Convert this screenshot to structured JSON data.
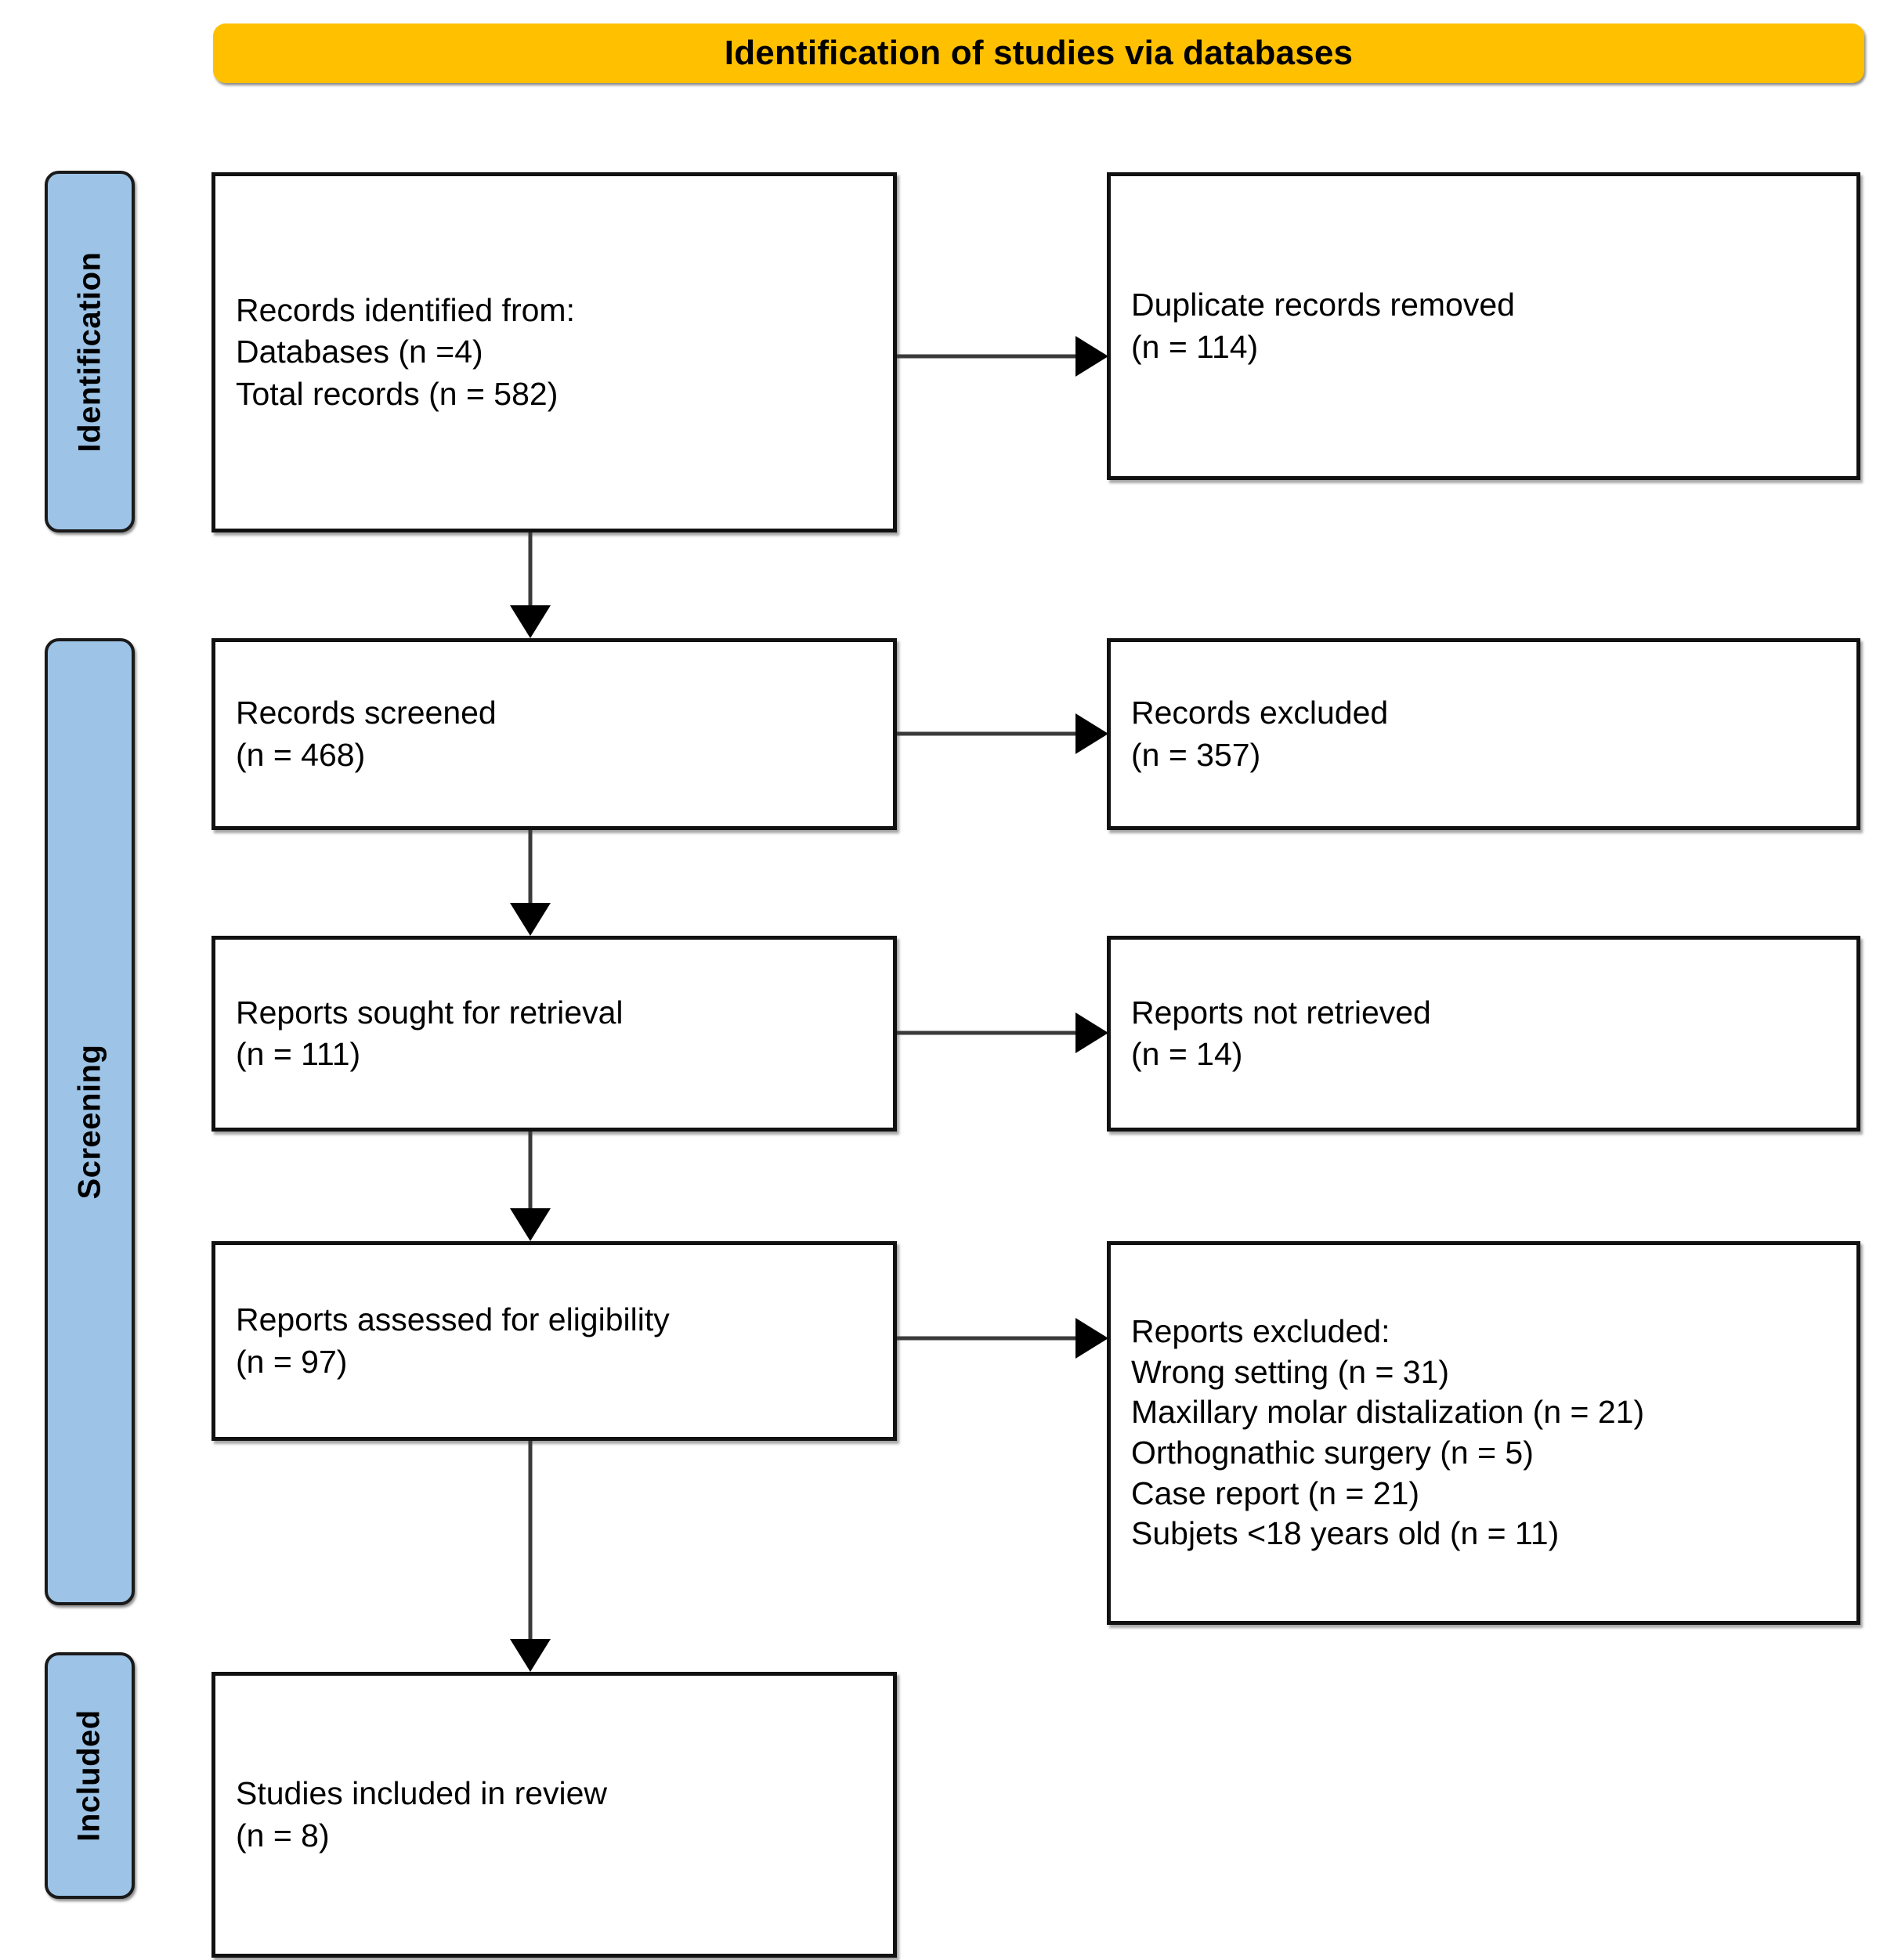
{
  "banner": {
    "title": "Identification of studies via databases"
  },
  "stages": [
    {
      "id": "identification",
      "label": "Identification"
    },
    {
      "id": "screening",
      "label": "Screening"
    },
    {
      "id": "included",
      "label": "Included"
    }
  ],
  "boxes": {
    "identified": "Records identified from:\nDatabases (n =4)\nTotal records (n = 582)",
    "duplicates": "Duplicate records removed\n(n = 114)",
    "screened": "Records screened\n(n = 468)",
    "excluded": "Records excluded\n(n = 357)",
    "sought": "Reports sought for retrieval\n(n = 111)",
    "notretrieved": "Reports not retrieved\n(n = 14)",
    "assessed": "Reports assessed for eligibility\n(n = 97)",
    "reports_excluded": "Reports excluded:\nWrong setting (n = 31)\nMaxillary  molar distalization (n = 21)\nOrthognathic surgery (n = 5)\nCase report (n = 21)\nSubjets <18 years old (n = 11)",
    "included": "Studies included in review\n(n = 8)"
  },
  "colors": {
    "banner_background": "#FFC000",
    "stage_background": "#9DC3E6",
    "box_border": "#111111",
    "arrow": "#000000",
    "page_background": "#FFFFFF"
  },
  "chart_data": {
    "type": "diagram",
    "title": "Identification of studies via databases",
    "flow": [
      {
        "stage": "Identification",
        "node": "Records identified from: Databases",
        "n": 4
      },
      {
        "stage": "Identification",
        "node": "Total records",
        "n": 582
      },
      {
        "stage": "Identification",
        "node": "Duplicate records removed",
        "n": 114
      },
      {
        "stage": "Screening",
        "node": "Records screened",
        "n": 468
      },
      {
        "stage": "Screening",
        "node": "Records excluded",
        "n": 357
      },
      {
        "stage": "Screening",
        "node": "Reports sought for retrieval",
        "n": 111
      },
      {
        "stage": "Screening",
        "node": "Reports not retrieved",
        "n": 14
      },
      {
        "stage": "Screening",
        "node": "Reports assessed for eligibility",
        "n": 97
      },
      {
        "stage": "Screening",
        "node": "Reports excluded: Wrong setting",
        "n": 31
      },
      {
        "stage": "Screening",
        "node": "Reports excluded: Maxillary molar distalization",
        "n": 21
      },
      {
        "stage": "Screening",
        "node": "Reports excluded: Orthognathic surgery",
        "n": 5
      },
      {
        "stage": "Screening",
        "node": "Reports excluded: Case report",
        "n": 21
      },
      {
        "stage": "Screening",
        "node": "Reports excluded: Subjets <18 years old",
        "n": 11
      },
      {
        "stage": "Included",
        "node": "Studies included in review",
        "n": 8
      }
    ]
  }
}
